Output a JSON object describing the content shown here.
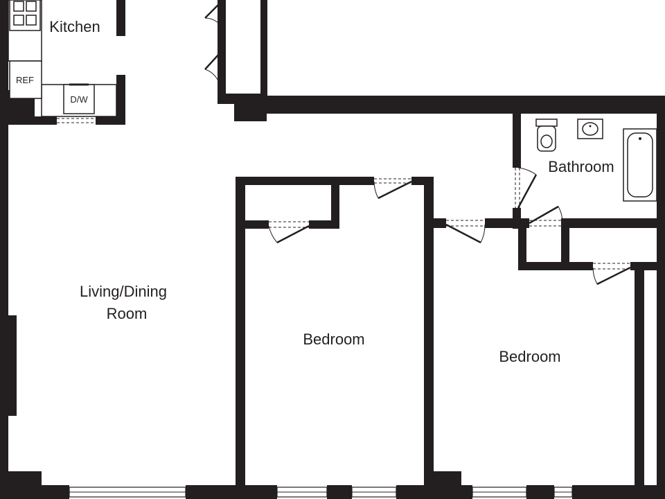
{
  "rooms": {
    "kitchen": "Kitchen",
    "bathroom": "Bathroom",
    "living_line1": "Living/Dining",
    "living_line2": "Room",
    "bedroom_1": "Bedroom",
    "bedroom_2": "Bedroom"
  },
  "fixtures": {
    "refrigerator": "REF",
    "dishwasher": "D/W"
  }
}
